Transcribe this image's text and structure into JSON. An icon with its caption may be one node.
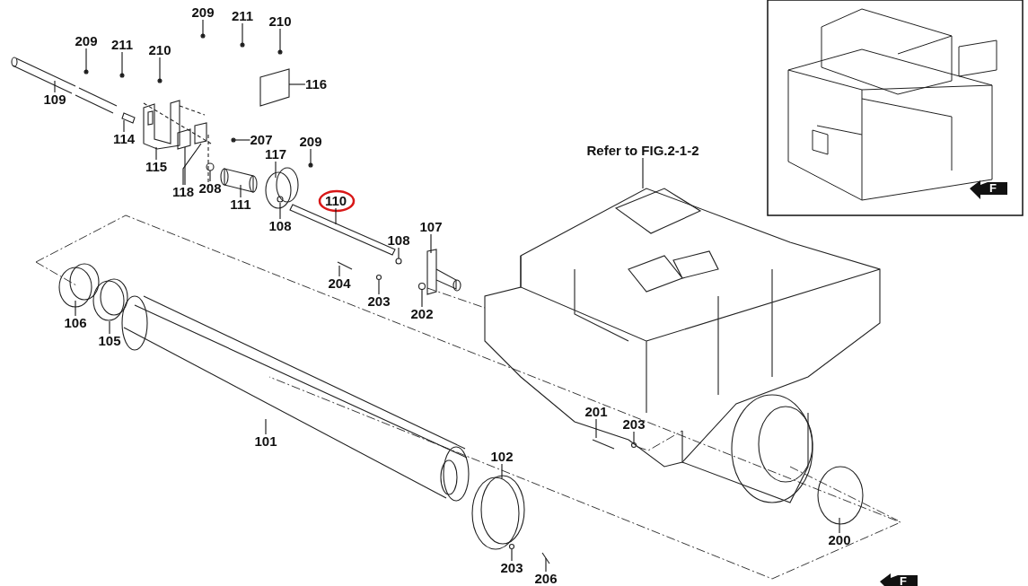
{
  "diagram": {
    "nodes": [
      {
        "text": [
          "209"
        ]
      },
      {
        "text": [
          "211"
        ]
      },
      {
        "text": [
          "210"
        ]
      },
      {
        "text": [
          "209"
        ]
      },
      {
        "text": [
          "211"
        ]
      },
      {
        "text": [
          "210"
        ]
      },
      {
        "text": [
          "116"
        ]
      },
      {
        "text": [
          "109"
        ]
      },
      {
        "text": [
          "114"
        ]
      },
      {
        "text": [
          "115"
        ]
      },
      {
        "text": [
          "118"
        ]
      },
      {
        "text": [
          "207"
        ]
      },
      {
        "text": [
          "117"
        ]
      },
      {
        "text": [
          "209"
        ]
      },
      {
        "text": [
          "208"
        ]
      },
      {
        "text": [
          "111"
        ]
      },
      {
        "text": [
          "110"
        ]
      },
      {
        "text": [
          "108"
        ]
      },
      {
        "text": [
          "107"
        ]
      },
      {
        "text": [
          "108"
        ]
      },
      {
        "text": [
          "204"
        ]
      },
      {
        "text": [
          "203"
        ]
      },
      {
        "text": [
          "202"
        ]
      },
      {
        "text": [
          "106"
        ]
      },
      {
        "text": [
          "105"
        ]
      },
      {
        "text": [
          "101"
        ]
      },
      {
        "text": [
          "102"
        ]
      },
      {
        "text": [
          "203"
        ]
      },
      {
        "text": [
          "206"
        ]
      },
      {
        "text": [
          "201"
        ]
      },
      {
        "text": [
          "203"
        ]
      },
      {
        "text": [
          "200"
        ]
      },
      {
        "text": [
          "Refer to FIG.2-1-2"
        ]
      }
    ],
    "edges": [
      {
        "from": 0,
        "to": null,
        "arrow": "none"
      },
      {
        "from": 1,
        "to": null,
        "arrow": "none"
      },
      {
        "from": 2,
        "to": null,
        "arrow": "none"
      },
      {
        "from": 3,
        "to": null,
        "arrow": "none"
      },
      {
        "from": 4,
        "to": null,
        "arrow": "none"
      },
      {
        "from": 5,
        "to": null,
        "arrow": "none"
      },
      {
        "from": 6,
        "to": null,
        "arrow": "none"
      },
      {
        "from": 7,
        "to": null,
        "arrow": "none"
      },
      {
        "from": 8,
        "to": null,
        "arrow": "none"
      },
      {
        "from": 9,
        "to": null,
        "arrow": "none"
      },
      {
        "from": 10,
        "to": null,
        "arrow": "none"
      },
      {
        "from": 10,
        "to": null,
        "arrow": "none"
      },
      {
        "from": 11,
        "to": null,
        "arrow": "none"
      },
      {
        "from": 12,
        "to": null,
        "arrow": "none"
      },
      {
        "from": 13,
        "to": null,
        "arrow": "none"
      },
      {
        "from": 14,
        "to": null,
        "arrow": "none"
      },
      {
        "from": 15,
        "to": null,
        "arrow": "none"
      },
      {
        "from": 16,
        "to": null,
        "arrow": "none"
      },
      {
        "from": 17,
        "to": null,
        "arrow": "none"
      },
      {
        "from": 18,
        "to": null,
        "arrow": "none"
      },
      {
        "from": 19,
        "to": null,
        "arrow": "none"
      },
      {
        "from": 20,
        "to": null,
        "arrow": "none"
      },
      {
        "from": 21,
        "to": null,
        "arrow": "none"
      },
      {
        "from": 22,
        "to": null,
        "arrow": "none"
      },
      {
        "from": 23,
        "to": null,
        "arrow": "none"
      },
      {
        "from": 24,
        "to": null,
        "arrow": "none"
      },
      {
        "from": 25,
        "to": null,
        "arrow": "none"
      },
      {
        "from": 26,
        "to": null,
        "arrow": "none"
      },
      {
        "from": 27,
        "to": null,
        "arrow": "none"
      },
      {
        "from": 28,
        "to": null,
        "arrow": "none"
      },
      {
        "from": 29,
        "to": null,
        "arrow": "none"
      },
      {
        "from": 30,
        "to": null,
        "arrow": "none"
      },
      {
        "from": 31,
        "to": null,
        "arrow": "none"
      },
      {
        "from": 32,
        "to": null,
        "arrow": "none"
      }
    ],
    "labels": [
      "F",
      "F"
    ]
  }
}
